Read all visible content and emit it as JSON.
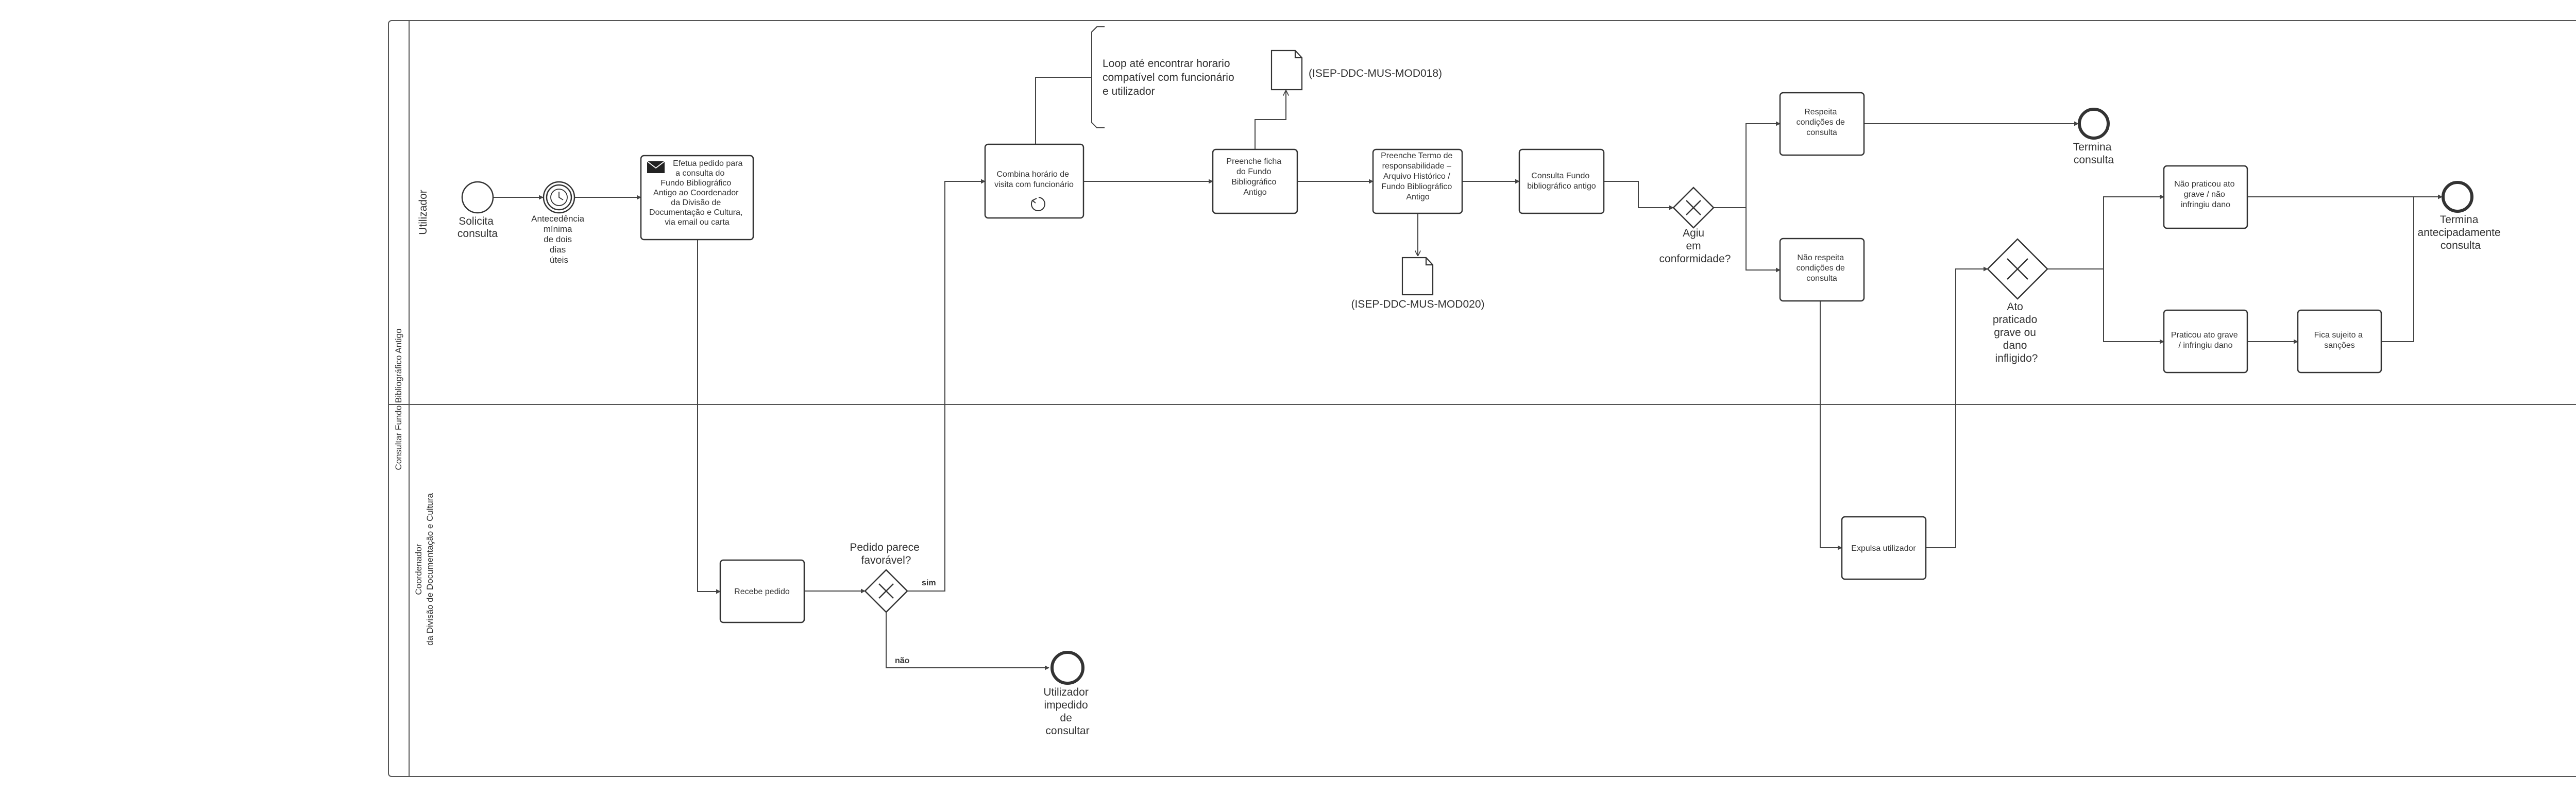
{
  "pool": {
    "title": "Consultar Fundo Bibliográfico Antigo"
  },
  "lanes": {
    "user": "Utilizador",
    "coordinator": [
      "Coordenador",
      "da Divisão de Documentação e Cultura"
    ]
  },
  "events": {
    "start": [
      "Solicita",
      "consulta"
    ],
    "timer": [
      "Antecedência",
      "mínima",
      "de dois",
      "dias",
      "úteis"
    ],
    "end_consult": [
      "Termina",
      "consulta"
    ],
    "end_early": [
      "Termina",
      "antecipadamente",
      "consulta"
    ],
    "end_blocked": [
      "Utilizador",
      "impedido",
      "de",
      "consultar"
    ]
  },
  "tasks": {
    "request": [
      "Efetua pedido para",
      "a consulta do",
      "Fundo Bibliográfico",
      "Antigo ao Coordenador",
      "da Divisão de",
      "Documentação e Cultura,",
      "via email ou carta"
    ],
    "receive": [
      "Recebe pedido"
    ],
    "schedule": [
      "Combina horário de",
      "visita com funcionário"
    ],
    "fill_form": [
      "Preenche ficha",
      "do Fundo",
      "Bibliográfico",
      "Antigo"
    ],
    "fill_term": [
      "Preenche Termo de",
      "responsabilidade –",
      "Arquivo Histórico /",
      "Fundo Bibliográfico",
      "Antigo"
    ],
    "consult": [
      "Consulta Fundo",
      "bibliográfico antigo"
    ],
    "respects": [
      "Respeita",
      "condições de",
      "consulta"
    ],
    "not_respects": [
      "Não respeita",
      "condições de",
      "consulta"
    ],
    "expel": [
      "Expulsa utilizador"
    ],
    "no_serious": [
      "Não praticou ato",
      "grave / não",
      "infringiu dano"
    ],
    "serious": [
      "Praticou ato grave",
      "/ infringiu dano"
    ],
    "sanctions": [
      "Fica sujeito a",
      "sanções"
    ]
  },
  "gateways": {
    "favorable": [
      "Pedido parece",
      "favorável?"
    ],
    "conformity": [
      "Agiu",
      "em",
      "conformidade?"
    ],
    "serious_act": [
      "Ato",
      "praticado",
      "grave ou",
      "dano",
      "infligido?"
    ]
  },
  "flows": {
    "yes": "sim",
    "no": "não"
  },
  "documents": {
    "mod018": "(ISEP-DDC-MUS-MOD018)",
    "mod020": "(ISEP-DDC-MUS-MOD020)"
  },
  "annotation": [
    "Loop até encontrar horario",
    "compatível com funcionário",
    "e utilizador"
  ]
}
